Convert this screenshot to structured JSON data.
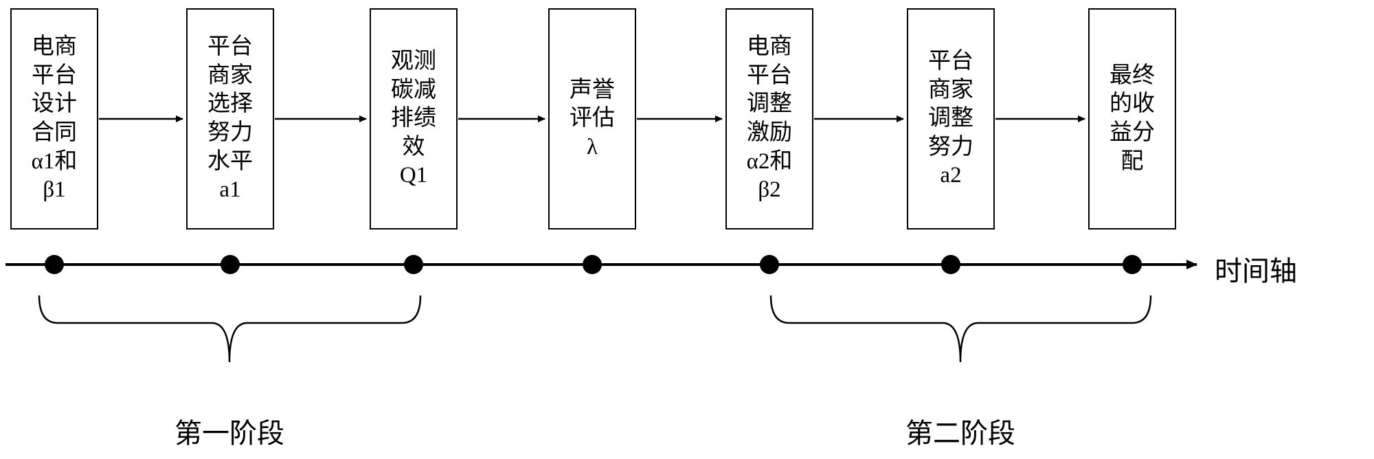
{
  "diagram": {
    "steps": [
      {
        "text": "电商\n平台\n设计\n合同\nα1和\nβ1"
      },
      {
        "text": "平台\n商家\n选择\n努力\n水平\na1"
      },
      {
        "text": "观测\n碳减\n排绩\n效\nQ1"
      },
      {
        "text": "声誉\n评估\nλ"
      },
      {
        "text": "电商\n平台\n调整\n激励\nα2和\nβ2"
      },
      {
        "text": "平台\n商家\n调整\n努力\na2"
      },
      {
        "text": "最终\n的收\n益分\n配"
      }
    ],
    "timeline_label": "时间轴",
    "stages": [
      {
        "label": "第一阶段"
      },
      {
        "label": "第二阶段"
      }
    ],
    "colors": {
      "line": "#000000",
      "box_border": "#000000",
      "text": "#000000",
      "background": "#ffffff"
    }
  }
}
